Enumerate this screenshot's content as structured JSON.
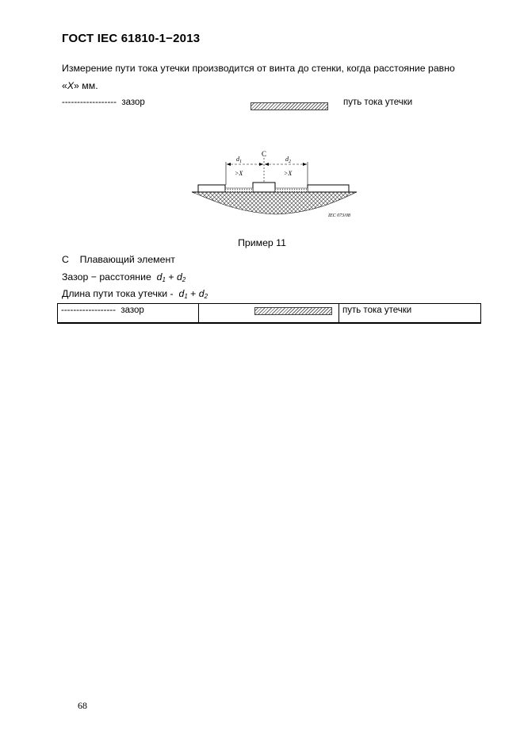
{
  "header": {
    "title": "ГОСТ IEC 61810-1−2013"
  },
  "intro": {
    "line1": "Измерение пути тока утечки производится от винта до стенки, когда расстояние равно",
    "line2_open": "«",
    "line2_var": "X",
    "line2_close": "» мм."
  },
  "legend": {
    "dashes": "------------------",
    "clearance": "зазор",
    "creepage": "путь тока утечки"
  },
  "figure": {
    "label_c": "C",
    "label_d1": "d",
    "label_d1_sub": "1",
    "label_d2": "d",
    "label_d2_sub": "2",
    "label_gtx_left": ">X",
    "label_gtx_right": ">X",
    "source": "IEC  073/08",
    "caption": "Пример 11"
  },
  "notes": {
    "c_letter": "C",
    "c_text": "Плавающий элемент",
    "clearance_prefix": "Зазор − расстояние",
    "clearance_d1": "d",
    "clearance_d1_sub": "1",
    "clearance_plus": " + ",
    "clearance_d2": "d",
    "clearance_d2_sub": "2",
    "creepage_prefix": "Длина пути тока утечки -",
    "creepage_d1": "d",
    "creepage_d1_sub": "1",
    "creepage_plus": " + ",
    "creepage_d2": "d",
    "creepage_d2_sub": "2"
  },
  "table": {
    "dashes": "------------------",
    "clearance": "зазор",
    "creepage": "путь тока утечки"
  },
  "footer": {
    "page_number": "68"
  }
}
